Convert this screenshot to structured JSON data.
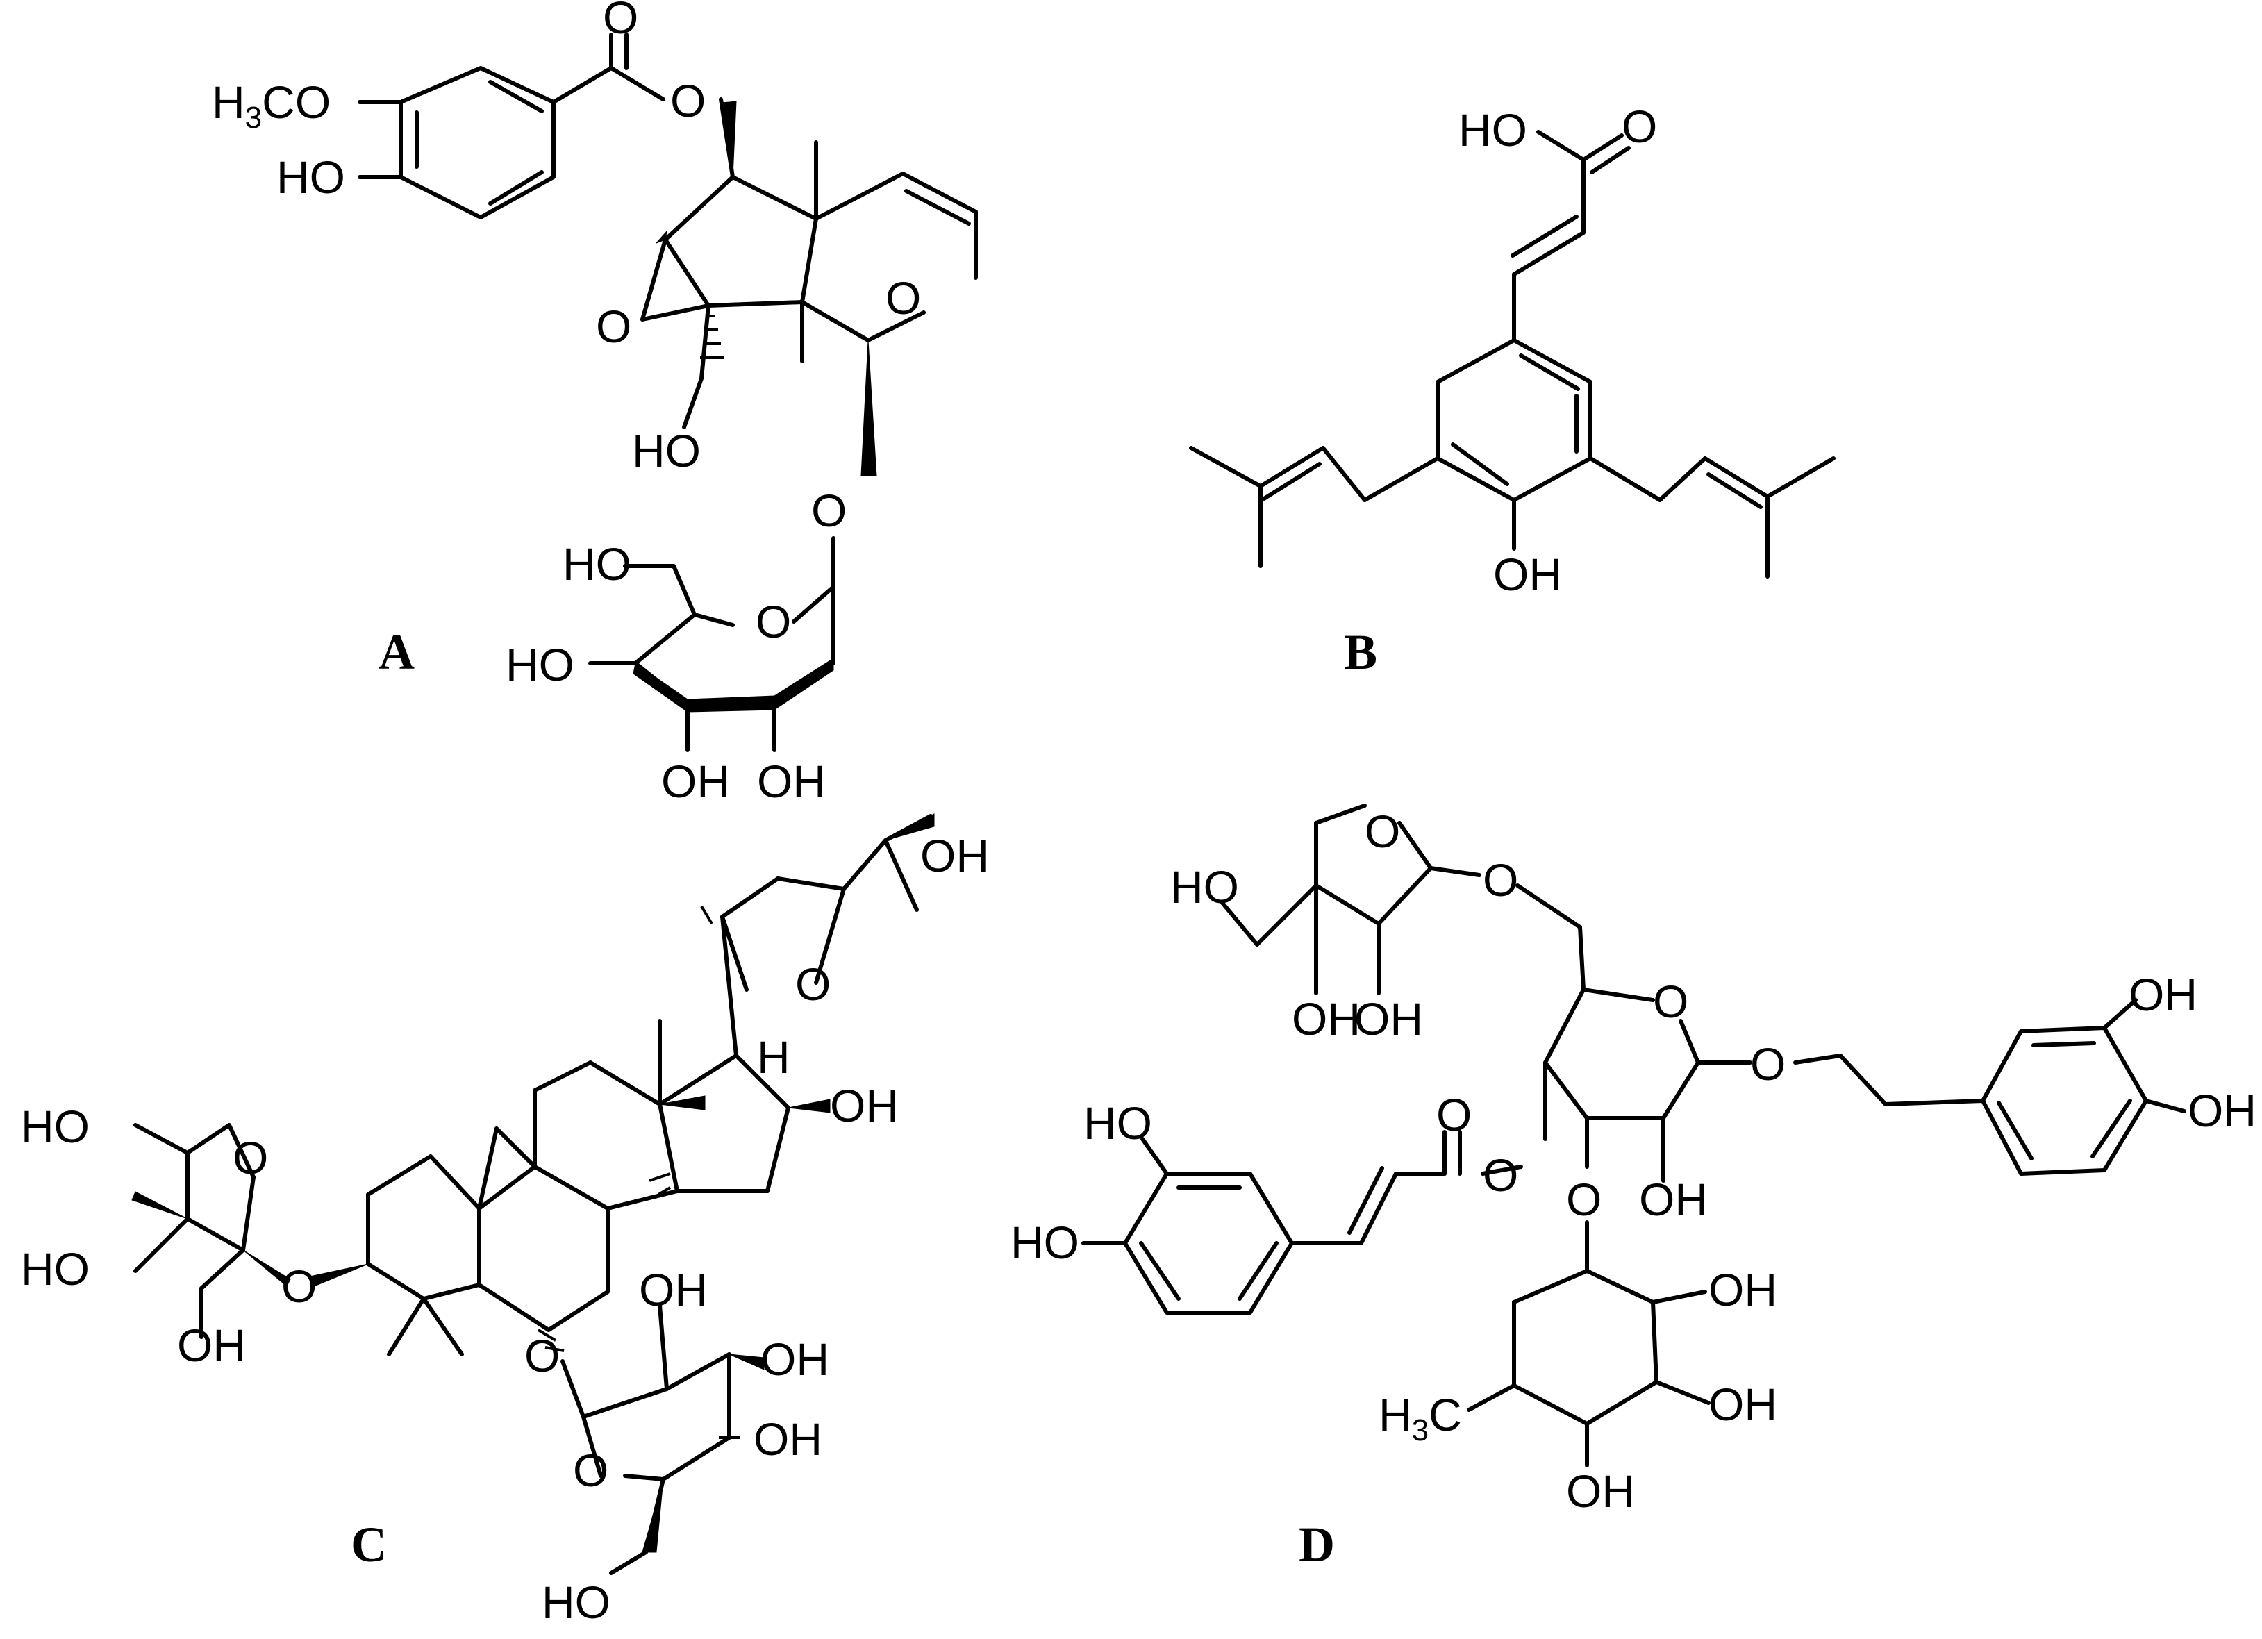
{
  "panels": {
    "A": {
      "label": "A",
      "atoms": {
        "h3c": "H",
        "h3c_sub": "3",
        "h3c_co": "CO",
        "ho_phenol": "HO",
        "o_carbonyl": "O",
        "o_ester": "O",
        "o_pyran": "O",
        "o_epoxide": "O",
        "ho_ch2": "HO",
        "o_glyco": "O",
        "ho_sugar_ch2": "HO",
        "o_sugar_ring": "O",
        "ho_sugar_left": "HO",
        "oh_sugar_1": "OH",
        "oh_sugar_2": "OH"
      }
    },
    "B": {
      "label": "B",
      "atoms": {
        "ho_acid": "HO",
        "o_acid": "O",
        "oh_phenol": "OH"
      }
    },
    "C": {
      "label": "C",
      "atoms": {
        "oh_top": "OH",
        "o_thf": "O",
        "h_17": "H",
        "oh_16": "OH",
        "ho_xyl_1": "HO",
        "o_xyl_ring": "O",
        "ho_xyl_2": "HO",
        "o_xyl_link": "O",
        "oh_xyl_3": "OH",
        "o_glc_link": "O",
        "oh_glc_1": "OH",
        "oh_glc_2": "OH",
        "o_glc_ring": "O",
        "oh_glc_3": "OH",
        "ho_glc_ch2": "HO"
      }
    },
    "D": {
      "label": "D",
      "atoms": {
        "o_api_ring": "O",
        "o_api_link": "O",
        "ho_api_ch2": "HO",
        "oh_api_1": "OH",
        "oh_api_2": "OH",
        "o_glc_ring": "O",
        "o_glc_ether": "O",
        "oh_cat_r1": "OH",
        "oh_cat_r2": "OH",
        "ho_caf_1": "HO",
        "ho_caf_2": "HO",
        "o_caf_carbonyl": "O",
        "o_caf_ester": "O",
        "o_rha_link": "O",
        "oh_glc_3": "OH",
        "oh_rha_1": "OH",
        "oh_rha_2": "OH",
        "oh_rha_3": "OH",
        "h3c": "H",
        "h3c_sub": "3",
        "h3c_c": "C"
      }
    }
  }
}
